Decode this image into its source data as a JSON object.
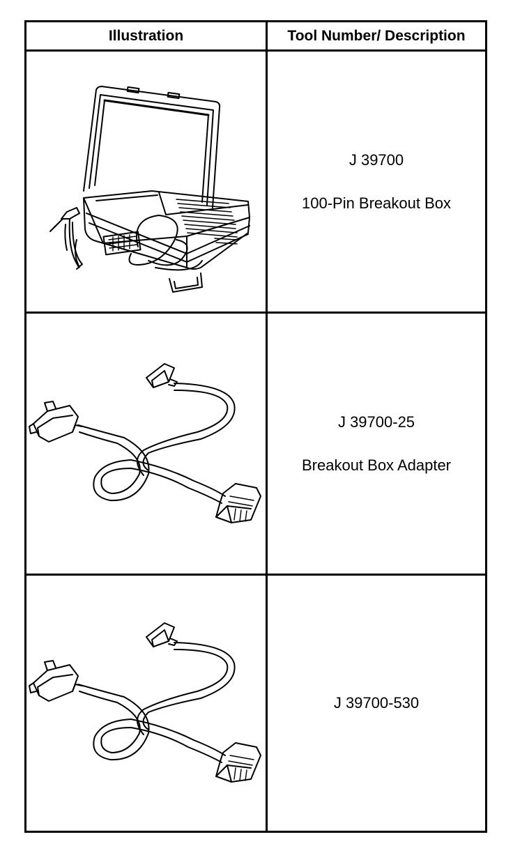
{
  "table": {
    "headers": {
      "illustration": "Illustration",
      "tool": "Tool Number/ Description"
    },
    "rows": [
      {
        "tool_number": "J 39700",
        "description": "100-Pin Breakout Box",
        "illustration_icon": "breakout-box-case-icon"
      },
      {
        "tool_number": "J 39700-25",
        "description": "Breakout Box Adapter",
        "illustration_icon": "adapter-cable-icon"
      },
      {
        "tool_number": "J 39700-530",
        "description": "",
        "illustration_icon": "adapter-cable-icon"
      }
    ]
  }
}
